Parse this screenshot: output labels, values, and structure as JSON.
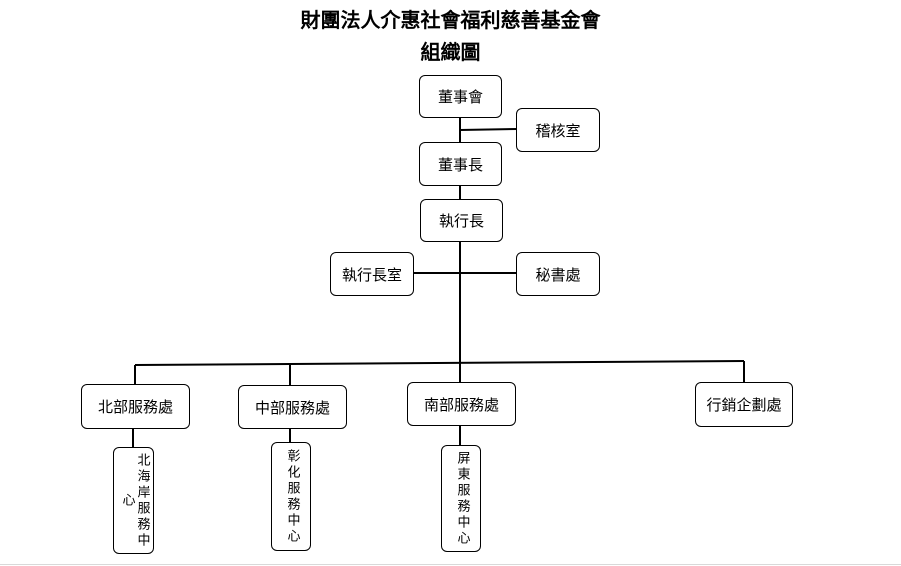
{
  "title": "財團法人介惠社會福利慈善基金會",
  "subtitle": "組織圖",
  "nodes": {
    "board": "董事會",
    "audit": "稽核室",
    "chairman": "董事長",
    "ceo": "執行長",
    "ceo_office": "執行長室",
    "secretariat": "秘書處",
    "north": "北部服務處",
    "central": "中部服務處",
    "south": "南部服務處",
    "marketing": "行銷企劃處",
    "north_coast_center": "北海岸服務中心",
    "changhua_center": "彰化服務中心",
    "pingtung_center": "屏東服務中心"
  }
}
